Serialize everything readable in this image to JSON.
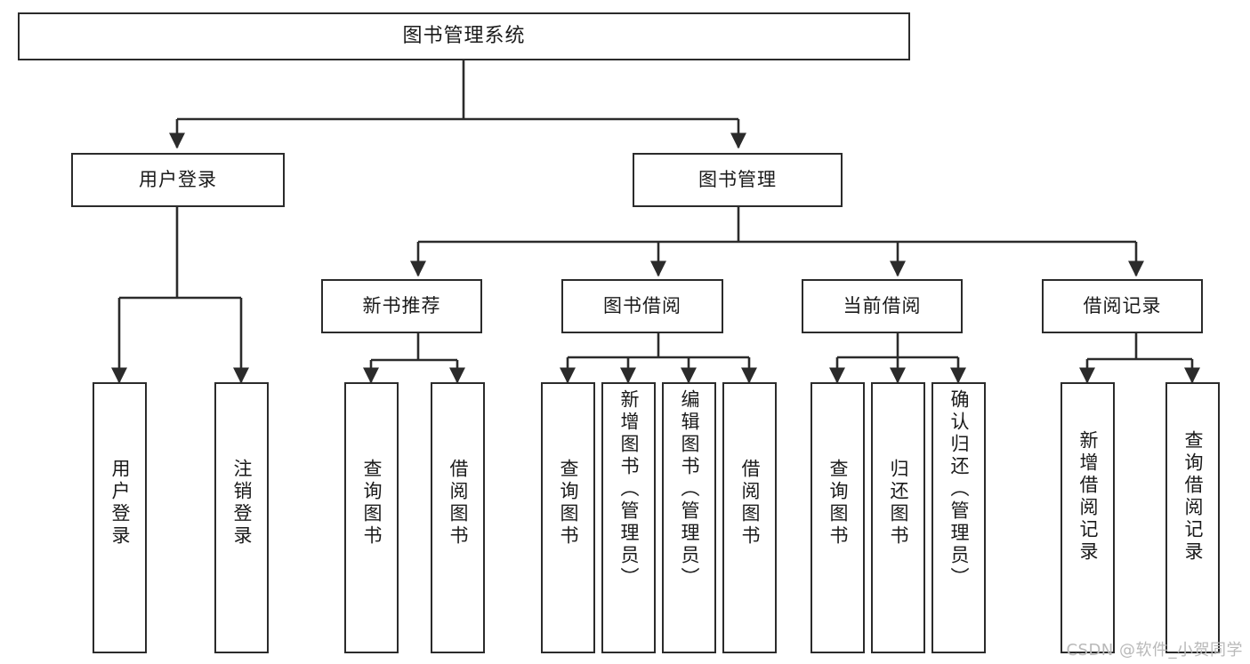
{
  "diagram": {
    "type": "tree-hierarchy",
    "title": "图书管理系统",
    "watermark": "CSDN @软件_小贺同学",
    "colors": {
      "stroke": "#2b2b2b",
      "fill": "#ffffff",
      "text": "#1a1a1a",
      "watermark": "#b9b9b9"
    },
    "nodes": {
      "root": {
        "label": "图书管理系统",
        "level": 0
      },
      "l1": [
        {
          "id": "user-login",
          "label": "用户登录",
          "level": 1
        },
        {
          "id": "book-manage",
          "label": "图书管理",
          "level": 1
        }
      ],
      "l2": [
        {
          "id": "new-book-rec",
          "label": "新书推荐",
          "level": 2,
          "parent": "book-manage"
        },
        {
          "id": "book-borrow",
          "label": "图书借阅",
          "level": 2,
          "parent": "book-manage"
        },
        {
          "id": "current-borrow",
          "label": "当前借阅",
          "level": 2,
          "parent": "book-manage"
        },
        {
          "id": "borrow-record",
          "label": "借阅记录",
          "level": 2,
          "parent": "book-manage"
        }
      ],
      "leaves": [
        {
          "id": "leaf-user-login",
          "label": "用户登录",
          "parent": "user-login"
        },
        {
          "id": "leaf-user-logout",
          "label": "注销登录",
          "parent": "user-login"
        },
        {
          "id": "leaf-rec-query",
          "label": "查询图书",
          "parent": "new-book-rec"
        },
        {
          "id": "leaf-rec-borrow",
          "label": "借阅图书",
          "parent": "new-book-rec"
        },
        {
          "id": "leaf-borrow-query",
          "label": "查询图书",
          "parent": "book-borrow"
        },
        {
          "id": "leaf-borrow-add",
          "label": "新增图书（管理员）",
          "parent": "book-borrow"
        },
        {
          "id": "leaf-borrow-edit",
          "label": "编辑图书（管理员）",
          "parent": "book-borrow"
        },
        {
          "id": "leaf-borrow-lend",
          "label": "借阅图书",
          "parent": "book-borrow"
        },
        {
          "id": "leaf-cur-query",
          "label": "查询图书",
          "parent": "current-borrow"
        },
        {
          "id": "leaf-cur-return",
          "label": "归还图书",
          "parent": "current-borrow"
        },
        {
          "id": "leaf-cur-confirm",
          "label": "确认归还（管理员）",
          "parent": "current-borrow"
        },
        {
          "id": "leaf-rec-add",
          "label": "新增借阅记录",
          "parent": "borrow-record"
        },
        {
          "id": "leaf-rec-query2",
          "label": "查询借阅记录",
          "parent": "borrow-record"
        }
      ]
    }
  }
}
